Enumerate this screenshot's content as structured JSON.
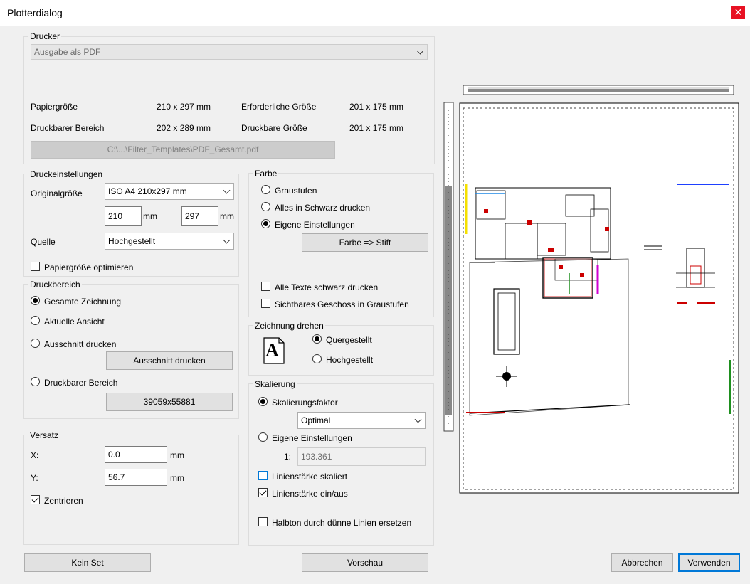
{
  "window": {
    "title": "Plotterdialog",
    "close_glyph": "✕"
  },
  "drucker": {
    "legend": "Drucker",
    "printer": "Ausgabe als PDF",
    "papiergroesse_label": "Papiergröße",
    "papiergroesse_value": "210 x 297 mm",
    "druckbarer_bereich_label": "Druckbarer Bereich",
    "druckbarer_bereich_value": "202 x 289 mm",
    "erforderliche_label": "Erforderliche Größe",
    "erforderliche_value": "201 x 175 mm",
    "druckbare_groesse_label": "Druckbare Größe",
    "druckbare_groesse_value": "201 x 175 mm",
    "path": "C:\\...\\Filter_Templates\\PDF_Gesamt.pdf"
  },
  "druckeinstellungen": {
    "legend": "Druckeinstellungen",
    "originalgroesse_label": "Originalgröße",
    "originalgroesse_value": "ISO A4 210x297 mm",
    "width": "210",
    "height": "297",
    "unit": "mm",
    "quelle_label": "Quelle",
    "quelle_value": "Hochgestellt",
    "optimieren_label": "Papiergröße optimieren"
  },
  "druckbereich": {
    "legend": "Druckbereich",
    "gesamte": "Gesamte Zeichnung",
    "aktuelle": "Aktuelle Ansicht",
    "ausschnitt": "Ausschnitt drucken",
    "ausschnitt_btn": "Ausschnitt drucken",
    "druckbarer": "Druckbarer Bereich",
    "size_btn": "39059x55881"
  },
  "versatz": {
    "legend": "Versatz",
    "x_label": "X:",
    "x_value": "0.0",
    "y_label": "Y:",
    "y_value": "56.7",
    "unit": "mm",
    "zentrieren": "Zentrieren"
  },
  "farbe": {
    "legend": "Farbe",
    "graustufen": "Graustufen",
    "schwarz": "Alles in Schwarz drucken",
    "eigene": "Eigene Einstellungen",
    "stift_btn": "Farbe => Stift",
    "texte_schwarz": "Alle Texte schwarz drucken",
    "geschoss": "Sichtbares Geschoss in Graustufen"
  },
  "drehen": {
    "legend": "Zeichnung drehen",
    "icon_letter": "A",
    "quer": "Quergestellt",
    "hoch": "Hochgestellt"
  },
  "skalierung": {
    "legend": "Skalierung",
    "faktor": "Skalierungsfaktor",
    "faktor_value": "Optimal",
    "eigene": "Eigene Einstellungen",
    "ratio_prefix": "1:",
    "ratio_value": "193.361",
    "skaliert": "Linienstärke skaliert",
    "einaus": "Linienstärke ein/aus",
    "halbton": "Halbton durch dünne Linien ersetzen"
  },
  "buttons": {
    "kein_set": "Kein Set",
    "vorschau": "Vorschau",
    "abbrechen": "Abbrechen",
    "verwenden": "Verwenden"
  },
  "colors": {
    "accent": "#0078d7",
    "close": "#e81123"
  }
}
